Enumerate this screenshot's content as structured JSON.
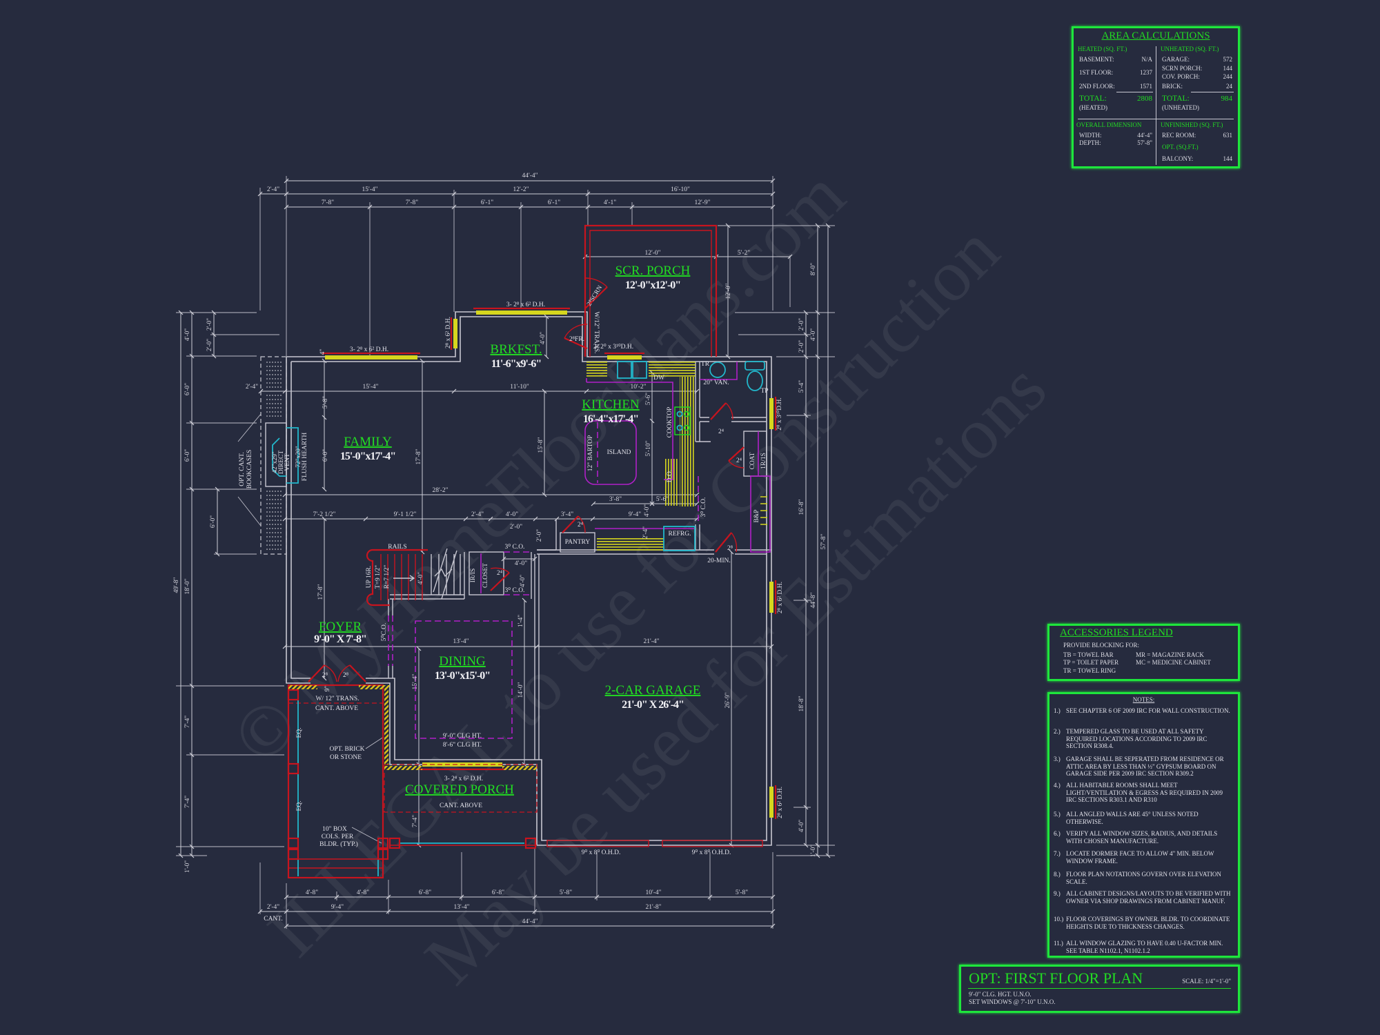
{
  "watermark": [
    "© MyHomeFloorPlans.com",
    "ILLEGAL to use for Construction",
    "May be used for Estimations"
  ],
  "colors": {
    "background": "#262b3e",
    "panel_border": "#1ee63c",
    "room_label": "#22dd22",
    "wall": "#c8c8d2",
    "header_red": "#c8141e",
    "window_yellow": "#d6d61e",
    "cabinet_magenta": "#b020c8",
    "fixture_cyan": "#22b8cc"
  },
  "area_calculations": {
    "title": "AREA CALCULATIONS",
    "heated": {
      "header": "HEATED (SQ. FT.)",
      "rows": [
        {
          "label": "BASEMENT:",
          "value": "N/A"
        },
        {
          "label": "1ST FLOOR:",
          "value": "1237"
        },
        {
          "label": "2ND FLOOR:",
          "value": "1571"
        }
      ],
      "total_label": "TOTAL:",
      "total_value": "2808",
      "total_sub": "(HEATED)"
    },
    "unheated": {
      "header": "UNHEATED (SQ. FT.)",
      "rows": [
        {
          "label": "GARAGE:",
          "value": "572"
        },
        {
          "label": "SCRN PORCH:",
          "value": "144"
        },
        {
          "label": "COV. PORCH:",
          "value": "244"
        },
        {
          "label": "BRICK:",
          "value": "24"
        }
      ],
      "total_label": "TOTAL:",
      "total_value": "984",
      "total_sub": "(UNHEATED)"
    },
    "overall_dimension": {
      "header": "OVERALL DIMENSION",
      "rows": [
        {
          "label": "WIDTH:",
          "value": "44'-4\""
        },
        {
          "label": "DEPTH:",
          "value": "57'-8\""
        }
      ]
    },
    "unfinished": {
      "header": "UNFINISHED (SQ. FT.)",
      "rows": [
        {
          "label": "REC ROOM:",
          "value": "631"
        }
      ]
    },
    "optional": {
      "header": "OPT.  (SQ.FT.)",
      "rows": [
        {
          "label": "BALCONY:",
          "value": "144"
        }
      ]
    }
  },
  "accessories_legend": {
    "title": "ACCESSORIES LEGEND",
    "subtitle": "PROVIDE BLOCKING FOR:",
    "items": [
      "TB = TOWEL BAR",
      "TP = TOILET PAPER",
      "TR = TOWEL RING",
      "MR = MAGAZINE RACK",
      "MC = MEDICINE CABINET"
    ]
  },
  "notes": {
    "title": "NOTES:",
    "items": [
      {
        "num": "1.)",
        "text": "SEE CHAPTER 6 OF 2009 IRC FOR WALL CONSTRUCTION."
      },
      {
        "num": "2.)",
        "text": "TEMPERED GLASS TO BE USED AT ALL SAFETY REQUIRED LOCATIONS ACCORDING TO 2009 IRC SECTION R308.4."
      },
      {
        "num": "3.)",
        "text": "GARAGE SHALL BE SEPERATED FROM RESIDENCE OR ATTIC AREA BY LESS THAN ½\" GYPSUM BOARD ON GARAGE SIDE PER 2009 IRC SECTION R309.2"
      },
      {
        "num": "4.)",
        "text": "ALL HABITABLE ROOMS SHALL MEET LIGHT/VENTILATION & EGRESS AS REQUIRED IN 2009 IRC SECTIONS R303.1 AND R310"
      },
      {
        "num": "5.)",
        "text": "ALL ANGLED WALLS ARE 45° UNLESS NOTED OTHERWISE."
      },
      {
        "num": "6.)",
        "text": "VERIFY ALL WINDOW SIZES, RADIUS, AND DETAILS WITH CHOSEN MANUFACTURE."
      },
      {
        "num": "7.)",
        "text": "LOCATE DORMER FACE TO ALLOW 4\" MIN. BELOW WINDOW FRAME."
      },
      {
        "num": "8.)",
        "text": "FLOOR PLAN NOTATIONS GOVERN OVER ELEVATION SCALE."
      },
      {
        "num": "9.)",
        "text": "ALL CABINET DESIGNS/LAYOUTS TO BE VERIFIED WITH OWNER VIA SHOP DRAWINGS FROM CABINET MANUF."
      },
      {
        "num": "10.)",
        "text": "FLOOR COVERINGS BY OWNER. BLDR. TO COORDINATE HEIGHTS DUE TO THICKNESS CHANGES."
      },
      {
        "num": "11.)",
        "text": "ALL WINDOW GLAZING TO HAVE 0.40 U-FACTOR MIN.  SEE TABLE N1102.1, N1102.1.2"
      }
    ]
  },
  "title_block": {
    "title": "OPT: FIRST FLOOR PLAN",
    "scale": "SCALE: 1/4\"=1'-0\"",
    "lines": [
      "9'-0\" CLG. HGT. U.N.O.",
      "SET WINDOWS @ 7'-10\" U.N.O."
    ]
  },
  "plan": {
    "rooms": [
      {
        "name": "FAMILY",
        "size": "15'-0\"x17'-4\""
      },
      {
        "name": "BRKFST.",
        "size": "11'-6\"x9'-6\""
      },
      {
        "name": "SCR. PORCH",
        "size": "12'-0\"x12'-0\""
      },
      {
        "name": "KITCHEN",
        "size": "16'-4\"x17'-4\""
      },
      {
        "name": "FOYER",
        "size": "9'-0\" X 7'-8\""
      },
      {
        "name": "DINING",
        "size": "13'-0\"x15'-0\""
      },
      {
        "name": "2-CAR GARAGE",
        "size": "21'-0\" X 26'-4\""
      },
      {
        "name": "COVERED PORCH",
        "size": "CANT. ABOVE"
      }
    ],
    "callouts": [
      "3- 2⁸ x 6² D.H.",
      "4\"",
      "2⁸ x 6² D.H.",
      "3- 2⁸ x 6² D.H.",
      "2⁸SCRN",
      "2⁸FR.",
      "W/12\" TRANS.",
      "2- 2⁰ x 3¹⁰D.H.",
      "DW",
      "TR",
      "20\" VAN.",
      "TP",
      "2⁸ x 3¹⁰D.H.",
      "COOKTOP",
      "12\" BARTOP",
      "ISLAND",
      "D.O.",
      "2⁴",
      "2⁴",
      "COAT",
      "1R/1S",
      "3⁰ C.O.",
      "B&P",
      "2⁸",
      "20-MIN.",
      "REFRG.",
      "PANTRY",
      "2⁴",
      "RAILS",
      "UP 16R.",
      "T=9 1/2\"",
      "R=7 1/2\"",
      "IR/IS",
      "CLOSET",
      "2⁴",
      "3⁰ C.O.",
      "3⁰ C.O.",
      "5⁰C.O.",
      "2⁸",
      "2⁸",
      "9\"",
      "W/ 12\" TRANS.",
      "CANT. ABOVE",
      "EQ.",
      "EQ.",
      "OPT. BRICK",
      "OR STONE",
      "9'-0\" CLG HT.",
      "8'-6\" CLG HT.",
      "3- 2⁴ x 6² D.H.",
      "10\" BOX",
      "COLS. PER",
      "BLDR. (TYP.)",
      "9⁰ x 8⁰ O.H.D.",
      "9⁰ x 8⁰ O.H.D.",
      "2⁸ x 6² D.H.",
      "2⁸ x 6² D.H.",
      "OPT. CANT.",
      "BOOKCASES",
      "42\"x29\"",
      "DIRECT",
      "VENT",
      "72\"x20\"",
      "FLUSH HEARTH",
      "CANT."
    ],
    "dims": {
      "top": [
        "44'-4\"",
        "2'-4\"",
        "15'-4\"",
        "12'-2\"",
        "16'-10\"",
        "7'-8\"",
        "7'-8\"",
        "6'-1\"",
        "6'-1\"",
        "4'-1\"",
        "12'-9\""
      ],
      "bottom": [
        "4'-8\"",
        "4'-8\"",
        "6'-8\"",
        "6'-8\"",
        "5'-8\"",
        "10'-4\"",
        "5'-8\"",
        "2'-4\"",
        "9'-4\"",
        "13'-4\"",
        "21'-8\"",
        "44'-4\""
      ],
      "left": [
        "49'-8\"",
        "4'-0\"",
        "6'-0\"",
        "6'-0\"",
        "18'-0\"",
        "7'-4\"",
        "7'-4\"",
        "1'-0\"",
        "2'-0\"",
        "2'-0\"",
        "6'-0\""
      ],
      "right": [
        "8'-0\"",
        "2'-0\"",
        "2'-0\"",
        "4'-0\"",
        "5'-4\"",
        "16'-8\"",
        "44'-8\"",
        "57'-8\"",
        "18'-8\"",
        "4'-0\"",
        "1'-0\""
      ],
      "interior": [
        "15'-4\"",
        "11'-10\"",
        "2'-4\"",
        "10'-2\"",
        "28'-2\"",
        "7'-2 1/2\"",
        "9'-1 1/2\"",
        "2'-4\"",
        "4'-0\"",
        "3'-4\"",
        "9'-4\"",
        "2'-0\"",
        "5'-8\"",
        "6'-0\"",
        "17'-8\"",
        "15'-8\"",
        "5'-6\"",
        "5'-10\"",
        "3'-8\"",
        "5'-6\"",
        "4'-0\"",
        "4'-0\"",
        "13'-4\"",
        "21'-4\"",
        "17'-8\"",
        "15'-4\"",
        "14'-0\"",
        "26'-9\"",
        "1'-4\"",
        "7'-4\"",
        "12'-0\"",
        "5'-2\"",
        "12'-0\"",
        "4'-0\"",
        "4'-0\"",
        "4'-0\"",
        "2'-0\"",
        "2'-4\""
      ]
    }
  }
}
